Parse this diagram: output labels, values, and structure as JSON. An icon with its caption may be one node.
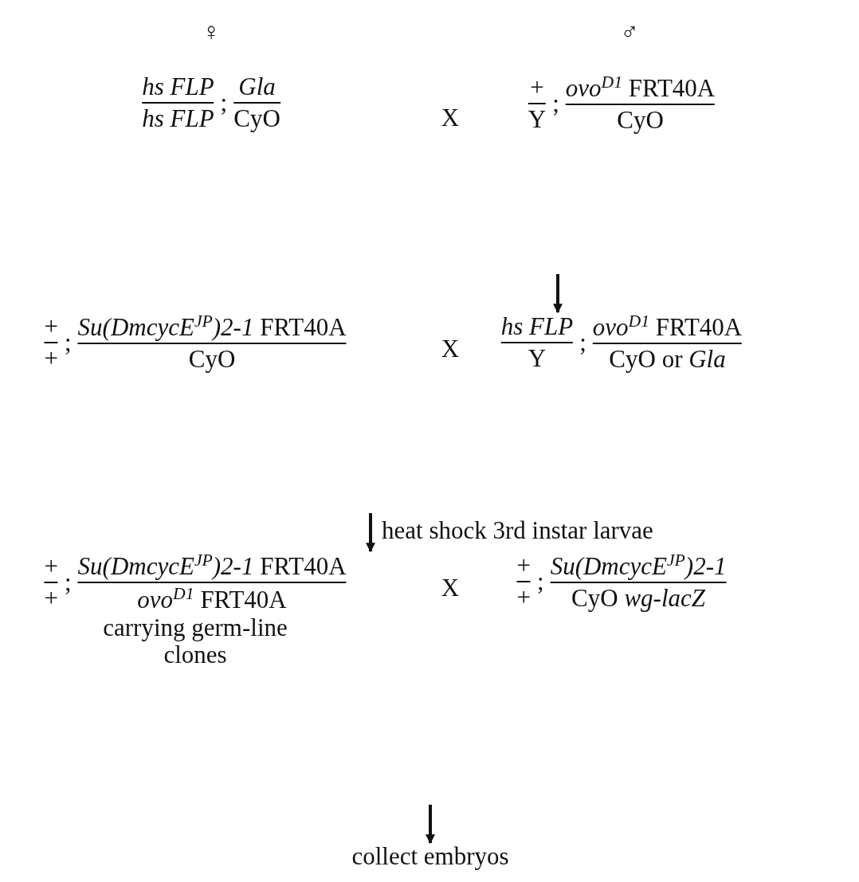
{
  "diagram": {
    "nodes": [
      {
        "text": [
          "*hs FLP*",
          "*hs FLP*",
          ";",
          "*Gla*",
          "CyO"
        ]
      },
      {
        "text": [
          "+",
          "Y",
          ";",
          "*ovo*$^{D1}$ FRT40A",
          "CyO"
        ]
      },
      {
        "text": [
          "+",
          "+",
          ";",
          "*Su(DmcycE*$^{JP}$*)2-1* FRT40A",
          "CyO"
        ]
      },
      {
        "text": [
          "*hs FLP*",
          "Y",
          ";",
          "*ovo*$^{D1}$ FRT40A",
          "CyO or *Gla*"
        ]
      },
      {
        "text": [
          "+",
          "+",
          ";",
          "*Su(DmcycE*$^{JP}$*)2-1* FRT40A",
          "*ovo*$^{D1}$ FRT40A"
        ],
        "beside": [
          "carrying germ-line clones"
        ]
      },
      {
        "text": [
          "+",
          "+",
          ";",
          "*Su(DmcycE*$^{JP}$*)2-1*",
          "CyO *wg-lacZ*"
        ]
      },
      {
        "text": [
          "collect embryos"
        ]
      }
    ],
    "edges": [
      {
        "from": null,
        "to": 3,
        "arrow": "to"
      },
      {
        "from": null,
        "to": 4,
        "arrow": "to",
        "label": "heat shock 3rd instar larvae"
      },
      {
        "from": null,
        "to": 6,
        "arrow": "to"
      }
    ],
    "labels": [
      "♀",
      "♂",
      "X",
      "X",
      "X"
    ]
  }
}
